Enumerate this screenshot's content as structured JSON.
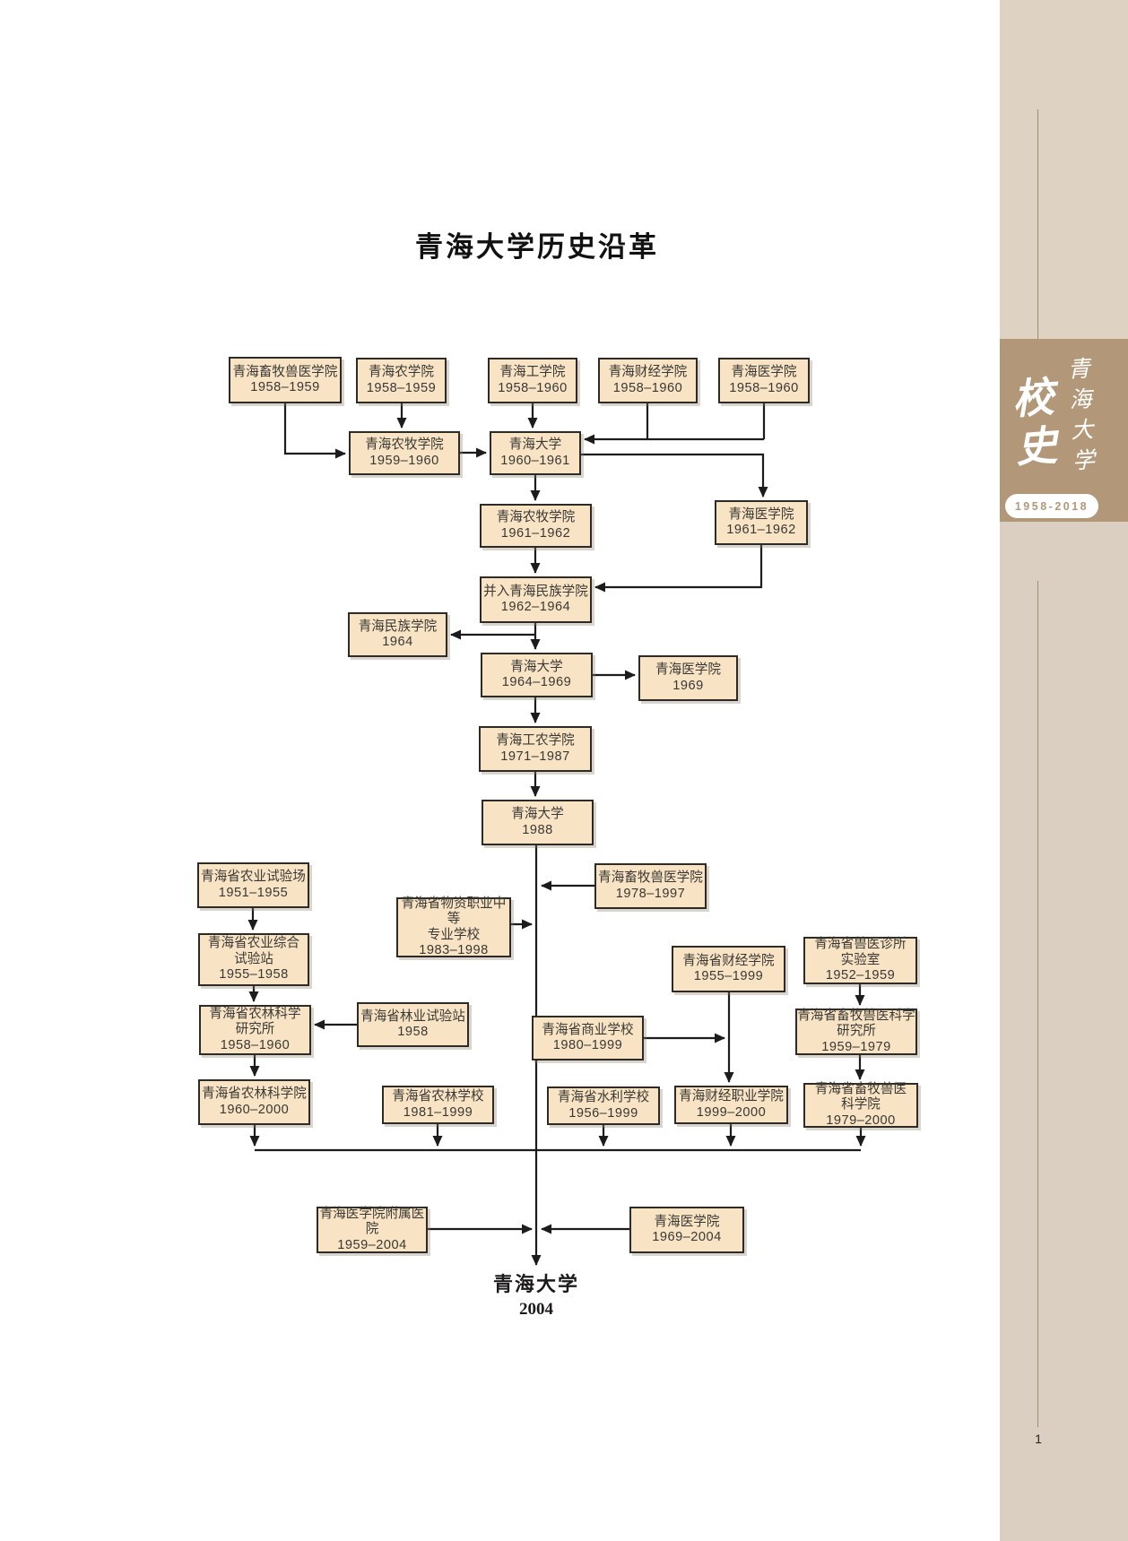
{
  "page": {
    "title": "青海大学历史沿革",
    "page_number": "1"
  },
  "sidebar": {
    "calligraphy_main": "校\n史",
    "calligraphy_sub": "青\n海\n大\n学",
    "badge": "1958-2018",
    "accent_color": "#b29878",
    "panel_color": "#dbcfc1"
  },
  "final_node": {
    "name": "青海大学",
    "year": "2004"
  },
  "node_style": {
    "fill": "#f8e4c4",
    "border": "#2e2b27",
    "line": "#1c1c1c"
  },
  "nodes": [
    {
      "id": "animal-husbandry-vet-college-1958",
      "label": "青海畜牧兽医学院",
      "years": "1958–1959"
    },
    {
      "id": "agriculture-college-1958",
      "label": "青海农学院",
      "years": "1958–1959"
    },
    {
      "id": "engineering-college-1958",
      "label": "青海工学院",
      "years": "1958–1960"
    },
    {
      "id": "finance-economics-college-1958",
      "label": "青海财经学院",
      "years": "1958–1960"
    },
    {
      "id": "medical-college-1958",
      "label": "青海医学院",
      "years": "1958–1960"
    },
    {
      "id": "agri-husbandry-college-1959",
      "label": "青海农牧学院",
      "years": "1959–1960"
    },
    {
      "id": "qinghai-university-1960",
      "label": "青海大学",
      "years": "1960–1961"
    },
    {
      "id": "agri-husbandry-college-1961",
      "label": "青海农牧学院",
      "years": "1961–1962"
    },
    {
      "id": "medical-college-1961",
      "label": "青海医学院",
      "years": "1961–1962"
    },
    {
      "id": "merged-into-nationalities-college",
      "label": "并入青海民族学院",
      "years": "1962–1964"
    },
    {
      "id": "nationalities-college-1964",
      "label": "青海民族学院",
      "years": "1964"
    },
    {
      "id": "qinghai-university-1964",
      "label": "青海大学",
      "years": "1964–1969"
    },
    {
      "id": "medical-college-1969",
      "label": "青海医学院",
      "years": "1969"
    },
    {
      "id": "industry-agriculture-college-1971",
      "label": "青海工农学院",
      "years": "1971–1987"
    },
    {
      "id": "qinghai-university-1988",
      "label": "青海大学",
      "years": "1988"
    },
    {
      "id": "agricultural-experiment-farm-1951",
      "label": "青海省农业试验场",
      "years": "1951–1955"
    },
    {
      "id": "materials-vocational-school-1983",
      "label": "青海省物资职业中等\n专业学校",
      "years": "1983–1998"
    },
    {
      "id": "animal-husbandry-vet-college-1978",
      "label": "青海畜牧兽医学院",
      "years": "1978–1997"
    },
    {
      "id": "agri-comprehensive-station-1955",
      "label": "青海省农业综合\n试验站",
      "years": "1955–1958"
    },
    {
      "id": "agri-forestry-research-inst-1958",
      "label": "青海省农林科学\n研究所",
      "years": "1958–1960"
    },
    {
      "id": "forestry-experiment-station-1958",
      "label": "青海省林业试验站",
      "years": "1958"
    },
    {
      "id": "provincial-finance-college-1955",
      "label": "青海省财经学院",
      "years": "1955–1999"
    },
    {
      "id": "vet-clinic-laboratory-1952",
      "label": "青海省兽医诊所\n实验室",
      "years": "1952–1959"
    },
    {
      "id": "commercial-school-1980",
      "label": "青海省商业学校",
      "years": "1980–1999"
    },
    {
      "id": "husbandry-vet-science-inst-1959",
      "label": "青海省畜牧兽医科学\n研究所",
      "years": "1959–1979"
    },
    {
      "id": "agri-forestry-academy-1960",
      "label": "青海省农林科学院",
      "years": "1960–2000"
    },
    {
      "id": "agri-forestry-school-1981",
      "label": "青海省农林学校",
      "years": "1981–1999"
    },
    {
      "id": "water-conservancy-school-1956",
      "label": "青海省水利学校",
      "years": "1956–1999"
    },
    {
      "id": "finance-vocational-college-1999",
      "label": "青海财经职业学院",
      "years": "1999–2000"
    },
    {
      "id": "husbandry-vet-academy-1979",
      "label": "青海省畜牧兽医\n科学院",
      "years": "1979–2000"
    },
    {
      "id": "medical-college-hospital-1959",
      "label": "青海医学院附属医院",
      "years": "1959–2004"
    },
    {
      "id": "medical-college-1969-2004",
      "label": "青海医学院",
      "years": "1969–2004"
    }
  ]
}
